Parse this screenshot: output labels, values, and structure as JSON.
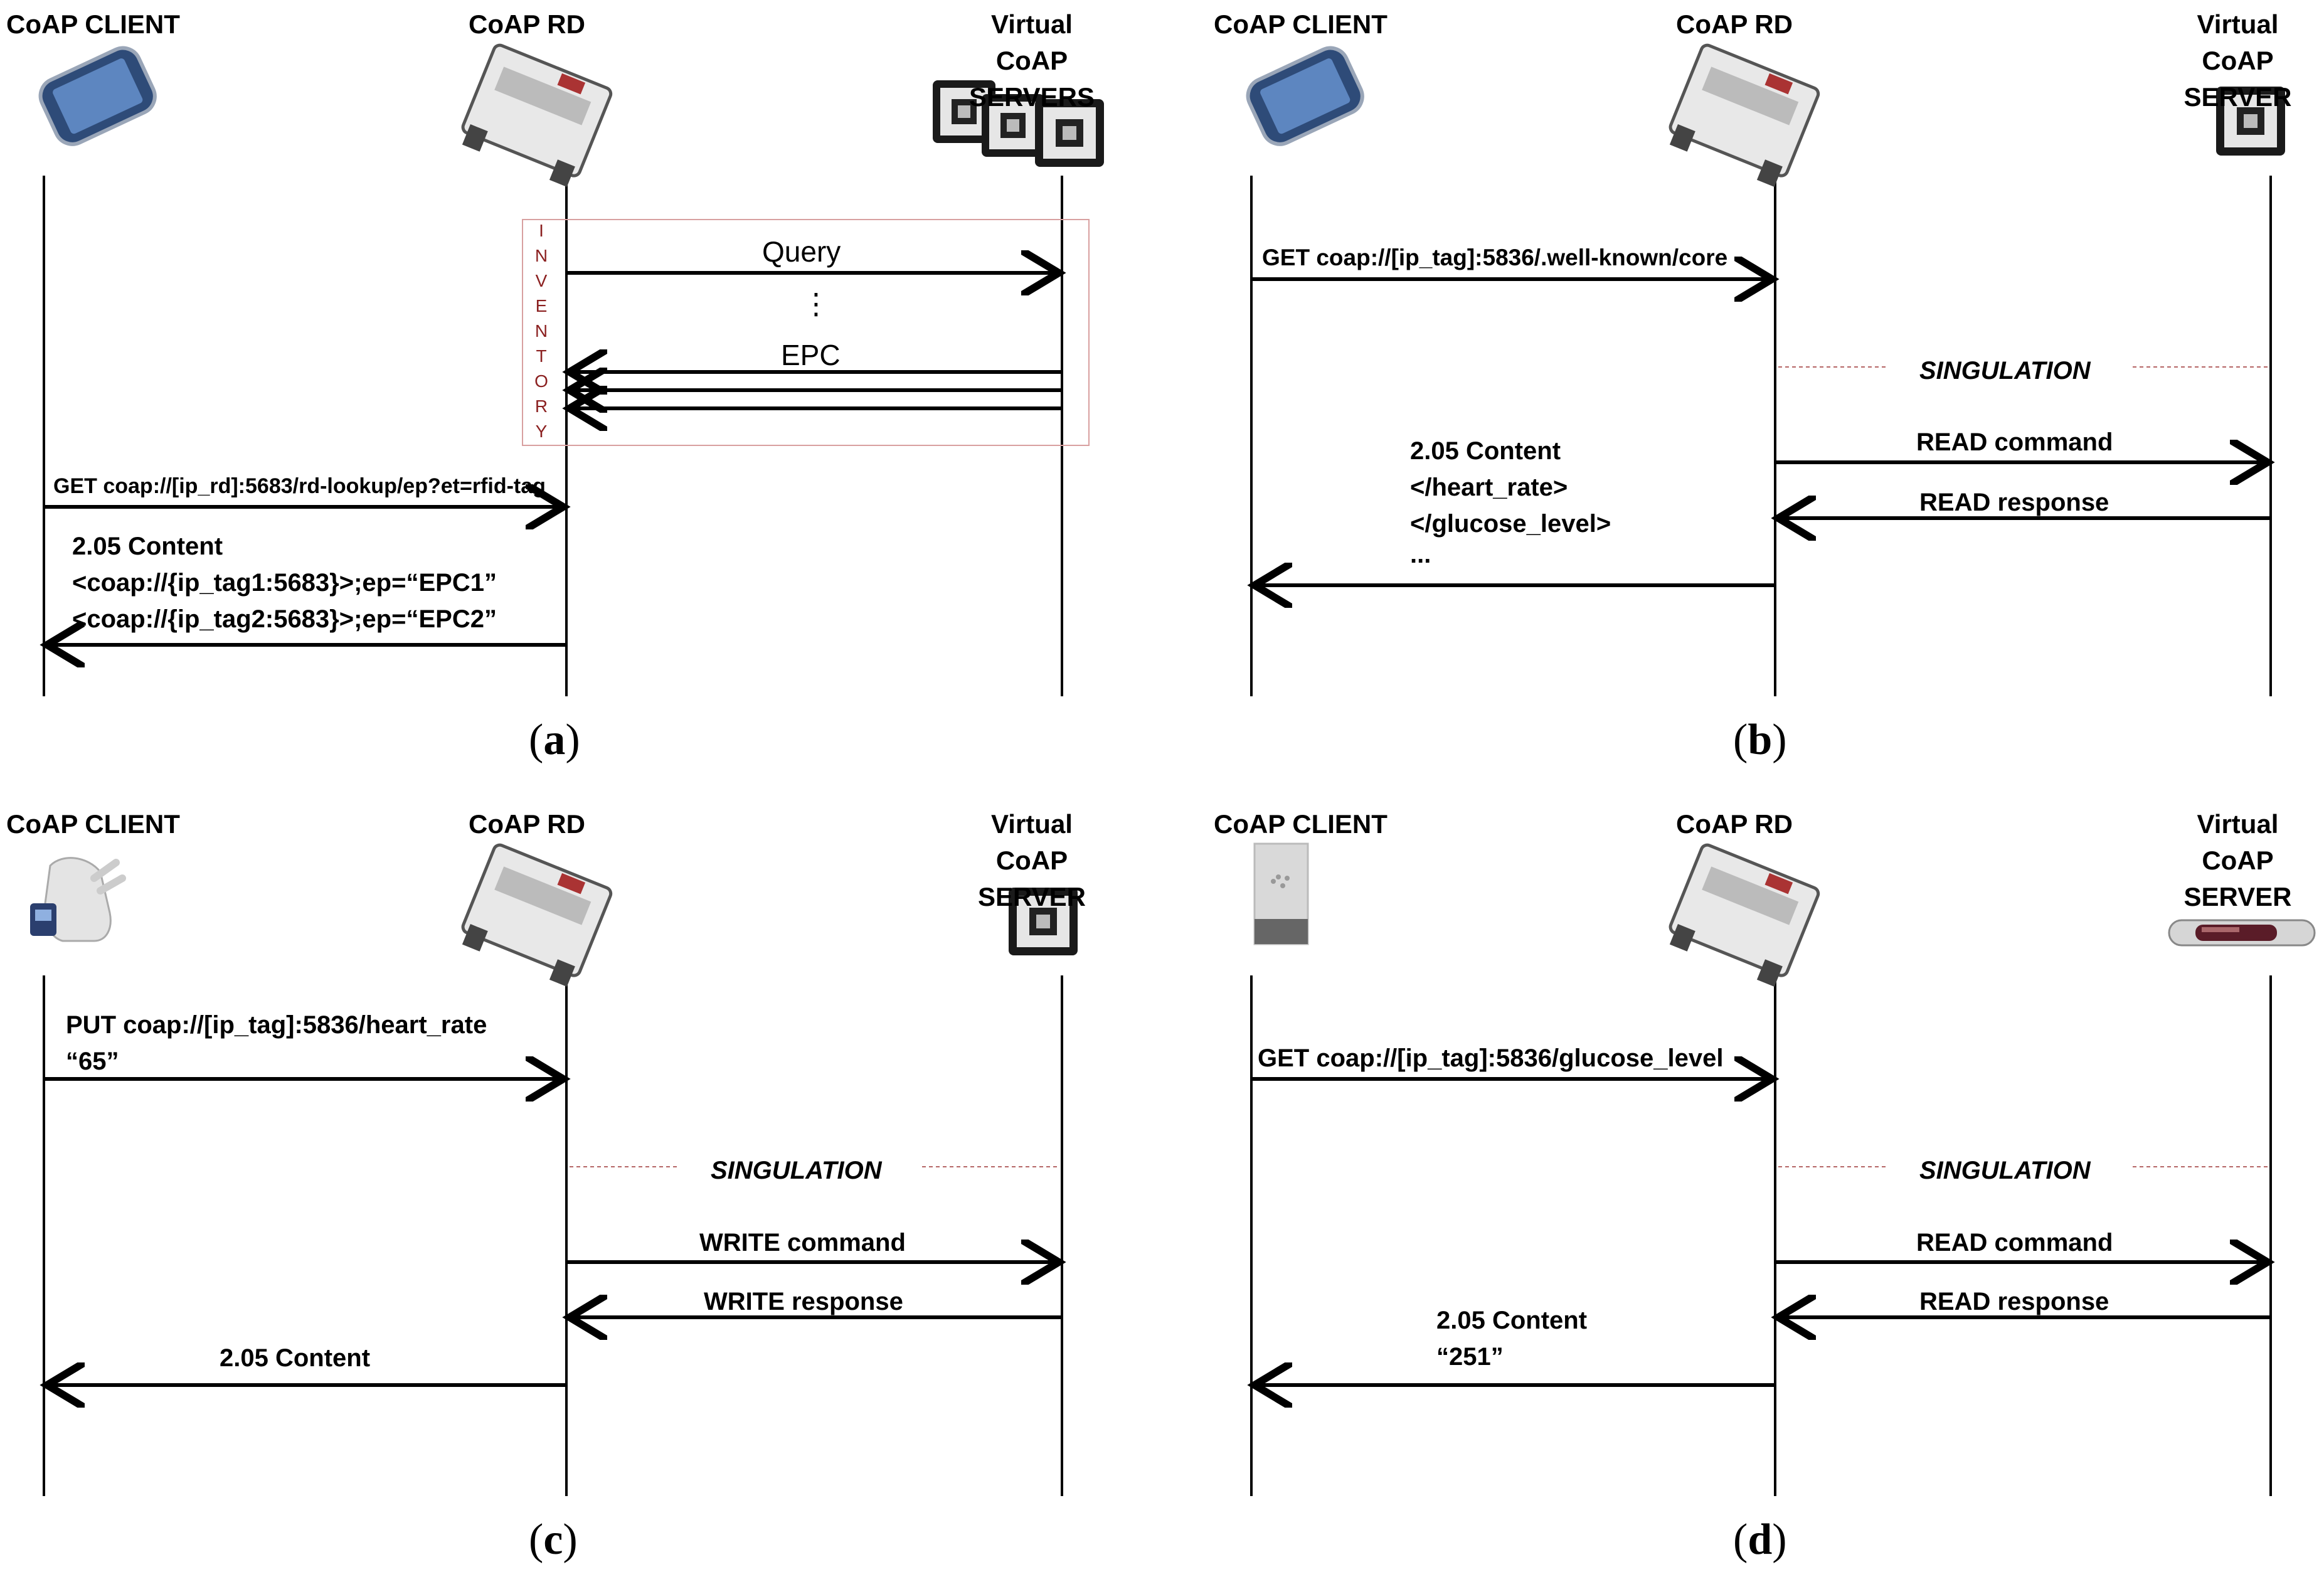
{
  "panels": [
    {
      "caption": "a",
      "headers": [
        "CoAP CLIENT",
        "CoAP RD",
        "Virtual CoAP SERVERS"
      ],
      "inventory_label": [
        "I",
        "N",
        "V",
        "E",
        "N",
        "T",
        "O",
        "R",
        "Y"
      ],
      "messages": {
        "query": "Query",
        "ellipsis": "⋮",
        "epc": "EPC",
        "get": "GET coap://[ip_rd]:5683/rd-lookup/ep?et=rfid-tag",
        "resp_lines": [
          "2.05 Content",
          "<coap://{ip_tag1:5683}>;ep=“EPC1”",
          "<coap://{ip_tag2:5683}>;ep=“EPC2”"
        ]
      }
    },
    {
      "caption": "b",
      "headers": [
        "CoAP CLIENT",
        "CoAP RD",
        "Virtual CoAP SERVER"
      ],
      "messages": {
        "get": "GET coap://[ip_tag]:5836/.well-known/core",
        "singulation": "SINGULATION",
        "read_cmd": "READ command",
        "read_resp": "READ response",
        "resp_lines": [
          "2.05 Content",
          "</heart_rate>",
          "</glucose_level>",
          "..."
        ]
      }
    },
    {
      "caption": "c",
      "headers": [
        "CoAP CLIENT",
        "CoAP RD",
        "Virtual CoAP SERVER"
      ],
      "messages": {
        "put_lines": [
          "PUT coap://[ip_tag]:5836/heart_rate",
          "“65”"
        ],
        "singulation": "SINGULATION",
        "write_cmd": "WRITE command",
        "write_resp": "WRITE response",
        "content": "2.05 Content"
      }
    },
    {
      "caption": "d",
      "headers": [
        "CoAP CLIENT",
        "CoAP RD",
        "Virtual CoAP SERVER"
      ],
      "messages": {
        "get": "GET coap://[ip_tag]:5836/glucose_level",
        "singulation": "SINGULATION",
        "read_cmd": "READ command",
        "read_resp": "READ response",
        "resp_lines": [
          "2.05 Content",
          "“251”"
        ]
      }
    }
  ]
}
